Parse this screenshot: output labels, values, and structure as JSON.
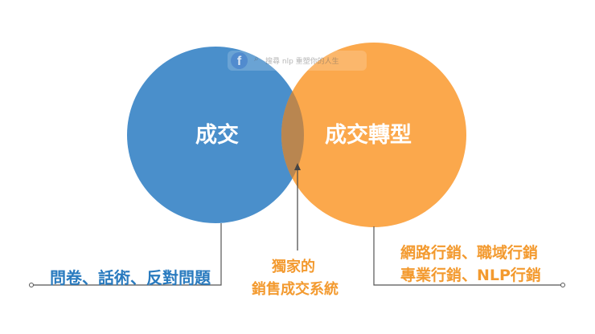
{
  "colors": {
    "blue": "#4a8fcb",
    "orange": "#fba84c",
    "overlap": "#b98650",
    "blue_text": "#2a7bbf",
    "orange_text": "#f39a2f",
    "line": "#555555"
  },
  "left_circle": {
    "label": "成交"
  },
  "right_circle": {
    "label": "成交轉型"
  },
  "left_caption": "問卷、話術、反對問題",
  "center_caption": {
    "line1": "獨家的",
    "line2": "銷售成交系統"
  },
  "right_caption": {
    "line1": "網路行銷、職域行銷",
    "line2": "專業行銷、NLP行銷"
  },
  "search_overlay": {
    "icon": "facebook-icon",
    "search_icon": "search-icon",
    "placeholder": "搜尋 nlp 重塑你的人生"
  }
}
